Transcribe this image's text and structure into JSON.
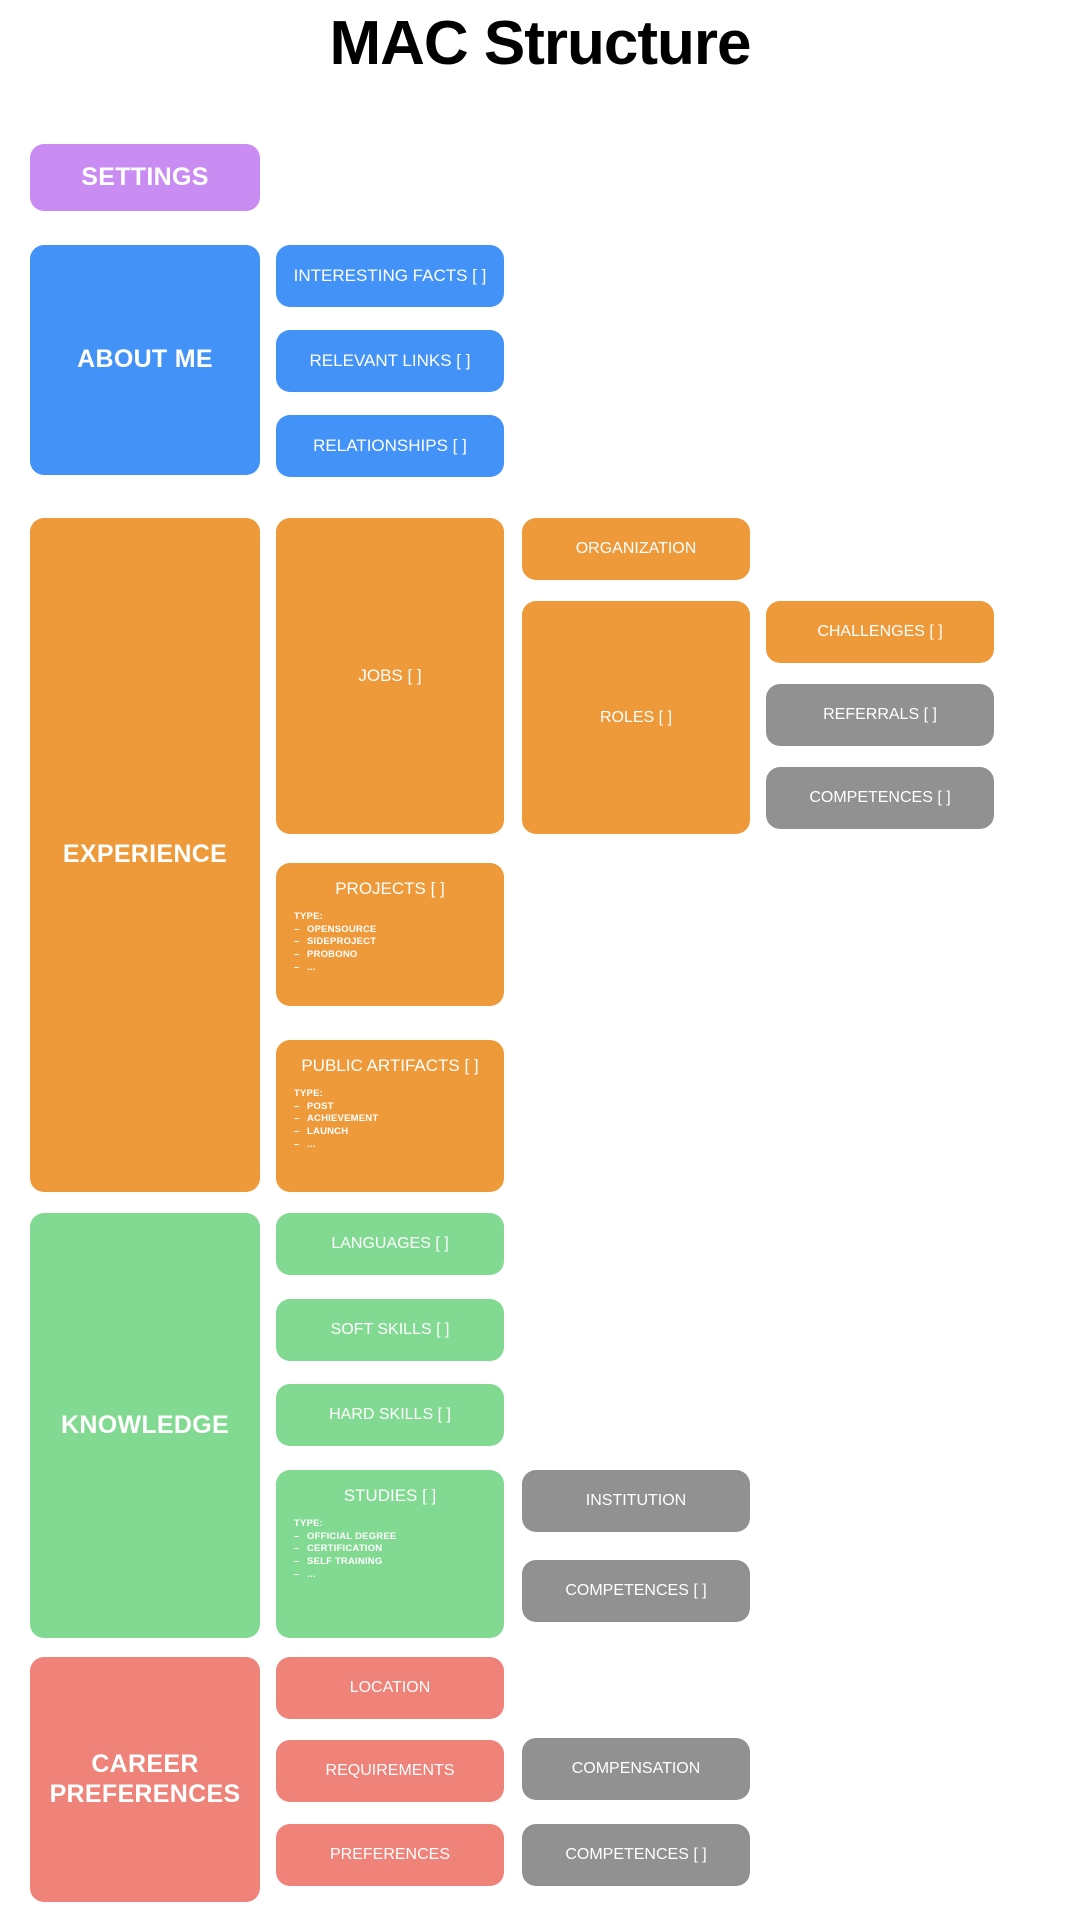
{
  "page": {
    "title": "MAC Structure"
  },
  "colors": {
    "settings": "#c88cf2",
    "about": "#4292f7",
    "experience": "#ee9a3a",
    "knowledge": "#82da92",
    "career": "#ef8279",
    "shared": "#919191",
    "text": "#ffffff",
    "background": "#ffffff",
    "title": "#000000"
  },
  "sections": {
    "settings": {
      "label": "SETTINGS"
    },
    "about_me": {
      "label": "ABOUT ME",
      "children": [
        {
          "label": "INTERESTING FACTS [ ]"
        },
        {
          "label": "RELEVANT LINKS [ ]"
        },
        {
          "label": "RELATIONSHIPS [ ]"
        }
      ]
    },
    "experience": {
      "label": "EXPERIENCE",
      "jobs": {
        "label": "JOBS [ ]"
      },
      "organization": {
        "label": "ORGANIZATION"
      },
      "roles": {
        "label": "ROLES [ ]"
      },
      "challenges": {
        "label": "CHALLENGES [ ]"
      },
      "referrals": {
        "label": "REFERRALS [ ]"
      },
      "competences": {
        "label": "COMPETENCES [ ]"
      },
      "projects": {
        "label": "PROJECTS [ ]",
        "type_head": "TYPE:",
        "types": [
          "OPENSOURCE",
          "SIDEPROJECT",
          "PROBONO",
          "..."
        ]
      },
      "public_artifacts": {
        "label": "PUBLIC ARTIFACTS [ ]",
        "type_head": "TYPE:",
        "types": [
          "POST",
          "ACHIEVEMENT",
          "LAUNCH",
          "..."
        ]
      }
    },
    "knowledge": {
      "label": "KNOWLEDGE",
      "languages": {
        "label": "LANGUAGES [ ]"
      },
      "soft_skills": {
        "label": "SOFT SKILLS [ ]"
      },
      "hard_skills": {
        "label": "HARD SKILLS [ ]"
      },
      "studies": {
        "label": "STUDIES [ ]",
        "type_head": "TYPE:",
        "types": [
          "OFFICIAL DEGREE",
          "CERTIFICATION",
          "SELF TRAINING",
          "..."
        ]
      },
      "institution": {
        "label": "INSTITUTION"
      },
      "competences": {
        "label": "COMPETENCES [ ]"
      }
    },
    "career_preferences": {
      "label": "CAREER\nPREFERENCES",
      "location": {
        "label": "LOCATION"
      },
      "requirements": {
        "label": "REQUIREMENTS"
      },
      "preferences": {
        "label": "PREFERENCES"
      },
      "compensation": {
        "label": "COMPENSATION"
      },
      "competences": {
        "label": "COMPETENCES [ ]"
      }
    }
  }
}
